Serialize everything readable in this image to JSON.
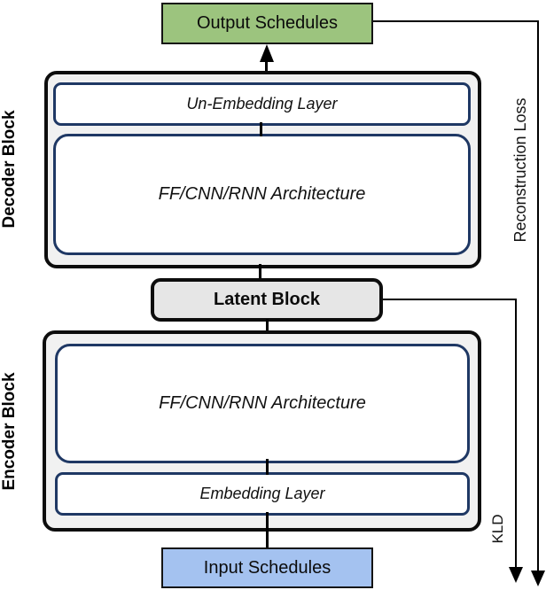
{
  "diagram": {
    "nodes": {
      "output_schedules": "Output Schedules",
      "input_schedules": "Input Schedules",
      "latent_block": "Latent Block",
      "un_embedding_layer": "Un-Embedding Layer",
      "decoder_architecture": "FF/CNN/RNN Architecture",
      "encoder_architecture": "FF/CNN/RNN Architecture",
      "embedding_layer": "Embedding Layer"
    },
    "groups": {
      "decoder_label": "Decoder Block",
      "encoder_label": "Encoder Block"
    },
    "edges": {
      "reconstruction_loss_label": "Reconstruction Loss",
      "kld_label": "KLD"
    },
    "colors": {
      "output_fill": "#9CC47E",
      "input_fill": "#A4C2F0",
      "latent_fill": "#E6E6E6",
      "group_fill": "#F1F1F1",
      "inner_border_navy": "#1F3864",
      "line_black": "#000000"
    }
  }
}
